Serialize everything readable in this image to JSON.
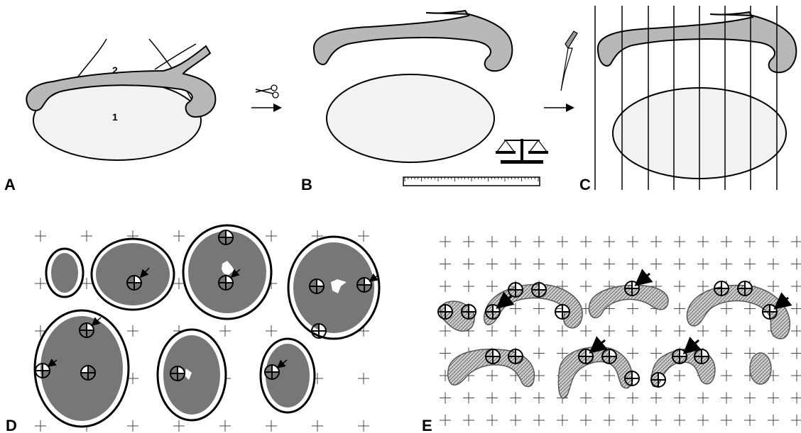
{
  "panels": {
    "A": {
      "letter": "A",
      "label_1": "1",
      "label_2": "2"
    },
    "B": {
      "letter": "B"
    },
    "C": {
      "letter": "C"
    },
    "D": {
      "letter": "D"
    },
    "E": {
      "letter": "E"
    }
  },
  "icons": [
    "scissors-icon",
    "arrow-right-icon",
    "balance-scale-icon",
    "ruler-icon",
    "scalpel-icon",
    "point-grid-cross-icon",
    "quarter-circle-probe-icon",
    "arrow-pointer-icon"
  ],
  "colors": {
    "tissue_light": "#f2f2f2",
    "fornix_grey": "#b8b8b8",
    "section_dark": "#777777",
    "hatched_fill": "#cccccc",
    "line": "#000000"
  }
}
